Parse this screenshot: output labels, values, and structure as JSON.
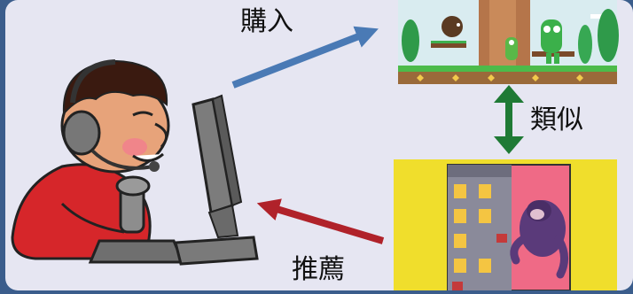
{
  "labels": {
    "purchase": "購入",
    "similar": "類似",
    "recommend": "推薦"
  },
  "colors": {
    "background": "#e6e6f2",
    "frame": "#3b5d8c",
    "purchase_arrow": "#4a7ab5",
    "similar_arrow": "#1f7a35",
    "recommend_arrow": "#b0222a",
    "game2_background": "#f0de2c"
  },
  "icons": [
    "gamer-with-headset-icon",
    "computer-monitor-icon",
    "joystick-icon",
    "platformer-game-screenshot-icon",
    "gorilla-building-game-screenshot-icon"
  ]
}
